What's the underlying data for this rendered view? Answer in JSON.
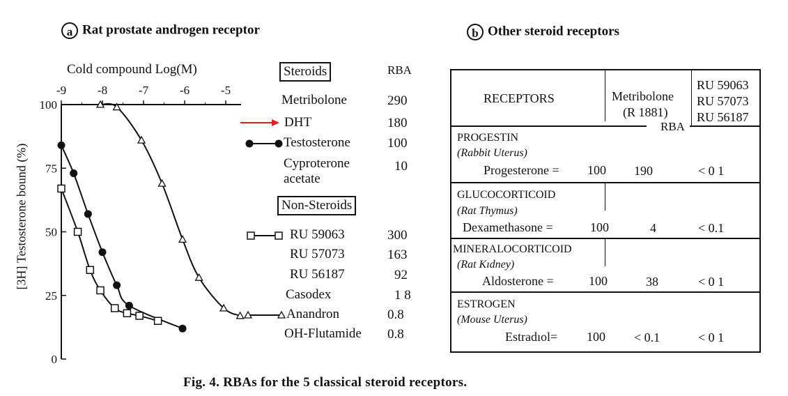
{
  "panel_a": {
    "letter": "a",
    "title": "Rat prostate androgen receptor"
  },
  "panel_b": {
    "letter": "b",
    "title": "Other steroid receptors"
  },
  "chart_data": {
    "type": "line",
    "xlabel": "Cold compound Log(M)",
    "ylabel": "[3H] Testosterone bound (%)",
    "x_ticks": [
      "-9",
      "-8",
      "-7",
      "-6",
      "-5"
    ],
    "y_ticks": [
      "100",
      "75",
      "50",
      "25",
      "0"
    ],
    "xlim": [
      -9,
      -4.6
    ],
    "ylim": [
      0,
      100
    ],
    "series": [
      {
        "name": "Testosterone",
        "marker": "filled-circle",
        "color": "#111111",
        "x": [
          -9.0,
          -8.7,
          -8.35,
          -8.0,
          -7.65,
          -7.35,
          -6.05
        ],
        "y": [
          84,
          73,
          57,
          42,
          29,
          21,
          12
        ]
      },
      {
        "name": "RU 59063",
        "marker": "open-square",
        "color": "#111111",
        "x": [
          -9.0,
          -8.6,
          -8.3,
          -8.05,
          -7.7,
          -7.4,
          -7.1,
          -6.65
        ],
        "y": [
          67,
          50,
          35,
          27,
          20,
          18,
          17,
          15
        ]
      },
      {
        "name": "Anandron",
        "marker": "open-triangle",
        "color": "#111111",
        "x": [
          -8.05,
          -7.65,
          -7.05,
          -6.55,
          -6.05,
          -5.65,
          -5.05,
          -4.65
        ],
        "y": [
          100,
          99,
          86,
          69,
          47,
          32,
          20,
          17
        ]
      }
    ]
  },
  "legend": {
    "steroids_header": "Steroids",
    "rba_header": "RBA",
    "steroids": [
      {
        "name": "Metribolone",
        "rba": "290"
      },
      {
        "name": "DHT",
        "rba": "180"
      },
      {
        "name": "Testosterone",
        "rba": "100"
      },
      {
        "name": "Cyproterone",
        "name2": "acetate",
        "rba": "10"
      }
    ],
    "nonsteroids_header": "Non-Steroids",
    "nonsteroids": [
      {
        "name": "RU 59063",
        "rba": "300"
      },
      {
        "name": "RU 57073",
        "rba": "163"
      },
      {
        "name": "RU 56187",
        "rba": "92"
      },
      {
        "name": "Casodex",
        "rba": "1 8"
      },
      {
        "name": "Anandron",
        "rba": "0.8"
      },
      {
        "name": "OH-Flutamide",
        "rba": "0.8"
      }
    ],
    "arrow_color": "#e02020"
  },
  "receptors_table": {
    "header_receptors": "RECEPTORS",
    "header_metribolone": "Metribolone",
    "header_r1881": "(R 1881)",
    "header_ru": [
      "RU 59063",
      "RU 57073",
      "RU 56187"
    ],
    "header_rba": "RBA",
    "rows": [
      {
        "receptor": "PROGESTIN",
        "tissue": "(Rabbit Uterus)",
        "ligand": "Progesterone =",
        "ligand_value": "100",
        "metribolone": "190",
        "ru": "< 0 1"
      },
      {
        "receptor": "GLUCOCORTICOID",
        "tissue": "(Rat Thymus)",
        "ligand": "Dexamethasone =",
        "ligand_value": "100",
        "metribolone": "4",
        "ru": "< 0.1"
      },
      {
        "receptor": "MINERALOCORTICOID",
        "tissue": "(Rat Kıdney)",
        "ligand": "Aldosterone =",
        "ligand_value": "100",
        "metribolone": "38",
        "ru": "< 0 1"
      },
      {
        "receptor": "ESTROGEN",
        "tissue": "(Mouse Uterus)",
        "ligand": "Estradıol=",
        "ligand_value": "100",
        "metribolone": "< 0.1",
        "ru": "< 0 1"
      }
    ]
  },
  "caption": "Fig. 4. RBAs for the 5 classical steroid receptors."
}
